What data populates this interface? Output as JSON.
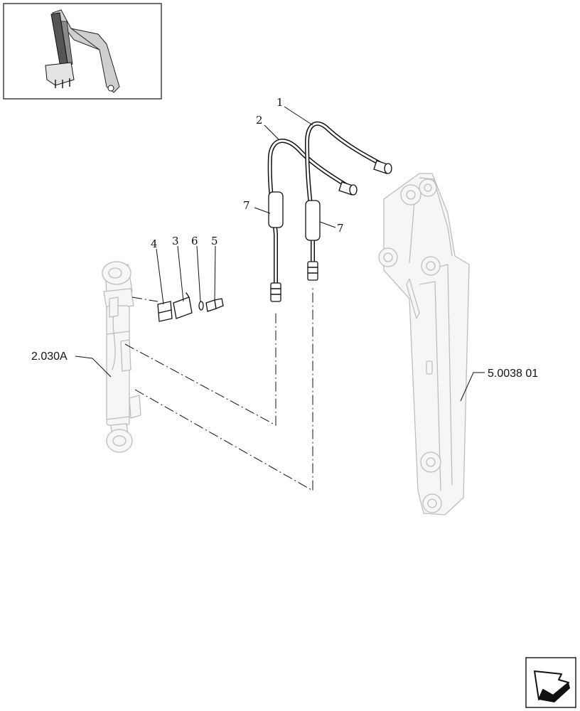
{
  "callouts": {
    "c1": "1",
    "c2": "2",
    "c3": "3",
    "c4": "4",
    "c5": "5",
    "c6": "6",
    "c7a": "7",
    "c7b": "7"
  },
  "references": {
    "cylinder": "2.030A",
    "arm": "5.0038 01"
  },
  "icons": {
    "thumbnail": "excavator-arm-thumbnail-icon",
    "navigation": "page-navigation-arrow-icon"
  }
}
